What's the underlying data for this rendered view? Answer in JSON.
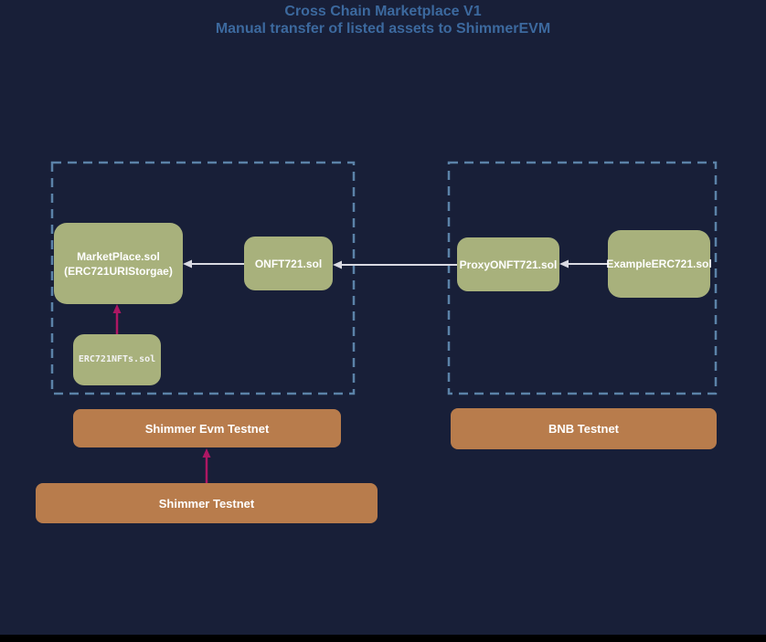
{
  "title": {
    "line1": "Cross Chain Marketplace V1",
    "line2": "Manual transfer of listed assets to ShimmerEVM"
  },
  "nodes": {
    "marketplace": {
      "line1": "MarketPlace.sol",
      "line2": "(ERC721URIStorgae)"
    },
    "onft": {
      "label": "ONFT721.sol"
    },
    "erc721nfts": {
      "label": "ERC721NFTs.sol"
    },
    "proxyonft": {
      "label": "ProxyONFT721.sol"
    },
    "exampleerc": {
      "label": "ExampleERC721.sol"
    }
  },
  "chains": {
    "shimmer_evm": {
      "label": "Shimmer Evm Testnet"
    },
    "bnb": {
      "label": "BNB Testnet"
    },
    "shimmer": {
      "label": "Shimmer Testnet"
    }
  },
  "edges": [
    {
      "from": "ONFT721.sol",
      "to": "MarketPlace.sol",
      "color": "#d9dae2"
    },
    {
      "from": "ProxyONFT721.sol",
      "to": "ONFT721.sol",
      "color": "#d9dae2"
    },
    {
      "from": "ExampleERC721.sol",
      "to": "ProxyONFT721.sol",
      "color": "#d9dae2"
    },
    {
      "from": "ERC721NFTs.sol",
      "to": "MarketPlace.sol",
      "color": "#ad1763"
    },
    {
      "from": "Shimmer Testnet",
      "to": "Shimmer Evm Testnet",
      "color": "#ad1763"
    }
  ],
  "colors": {
    "background": "#181f38",
    "title_text": "#3c699e",
    "node_fill": "#a8b17c",
    "chain_fill": "#b87c4c",
    "container_border": "#5b82a8",
    "arrow_white": "#d9dae2",
    "arrow_pink": "#ad1763",
    "node_text": "#ffffff"
  }
}
